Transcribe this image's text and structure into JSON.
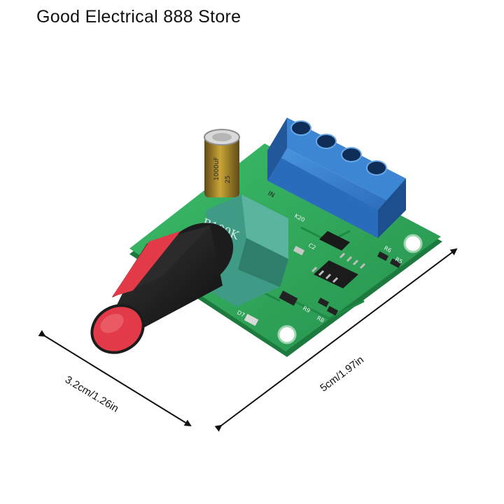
{
  "header": {
    "store_name": "Good Electrical 888 Store"
  },
  "dimensions": {
    "width_label": "3.2cm/1.26in",
    "length_label": "5cm/1.97in"
  },
  "board": {
    "pot_marking": "B100K",
    "silkscreen": [
      "IN",
      "D7",
      "R9",
      "R8",
      "R6",
      "R5",
      "C2",
      "K20"
    ],
    "capacitor_marking": [
      "1000uF",
      "25"
    ]
  },
  "colors": {
    "pcb": "#2fa55a",
    "terminal": "#2f78c8",
    "pot_body": "#3f9b86",
    "knob": "#202020",
    "knob_cap": "#e23a48"
  }
}
